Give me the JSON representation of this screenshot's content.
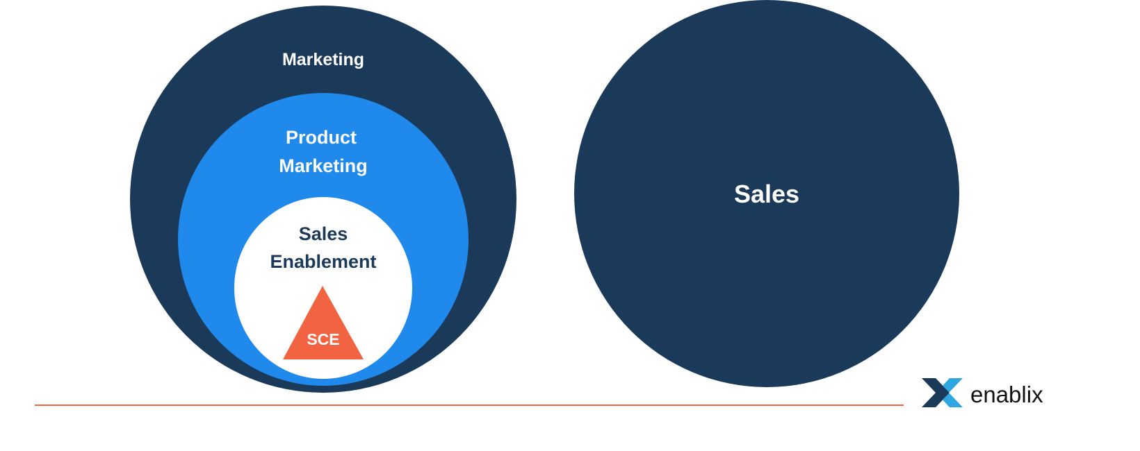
{
  "colors": {
    "navy": "#1b3a5a",
    "blue": "#2089ec",
    "white": "#ffffff",
    "orange": "#f26341",
    "logo_light": "#2ea7e0"
  },
  "diagram": {
    "marketing_label": "Marketing",
    "product_marketing_line1": "Product",
    "product_marketing_line2": "Marketing",
    "sales_enablement_line1": "Sales",
    "sales_enablement_line2": "Enablement",
    "sce_label": "SCE",
    "sales_label": "Sales"
  },
  "logo": {
    "text": "enablix"
  }
}
